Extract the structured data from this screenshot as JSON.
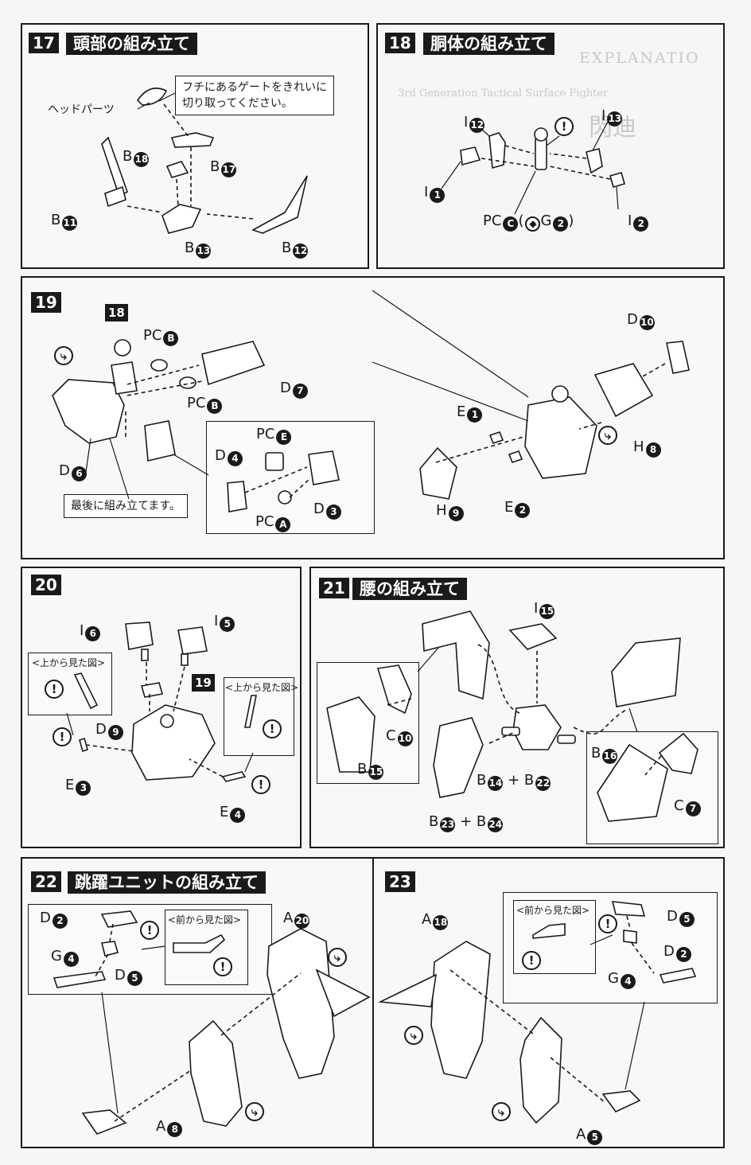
{
  "steps": {
    "s17": {
      "num": "17",
      "title": "頭部の組み立て",
      "note": "フチにあるゲートをきれいに\n切り取ってください。",
      "head_label": "ヘッドパーツ",
      "parts": [
        {
          "letter": "B",
          "num": "18"
        },
        {
          "letter": "B",
          "num": "17"
        },
        {
          "letter": "B",
          "num": "11"
        },
        {
          "letter": "B",
          "num": "13"
        },
        {
          "letter": "B",
          "num": "12"
        }
      ]
    },
    "s18": {
      "num": "18",
      "title": "胴体の組み立て",
      "parts": [
        {
          "letter": "I",
          "num": "12"
        },
        {
          "letter": "I",
          "num": "13"
        },
        {
          "letter": "I",
          "num": "1"
        },
        {
          "letter": "I",
          "num": "2"
        }
      ],
      "pc_label": "PC",
      "pc_letter": "C",
      "pc_paren_open": "(",
      "pc_alt_letter": "G",
      "pc_alt_num": "2",
      "pc_paren_close": ")"
    },
    "s19": {
      "num": "19",
      "ref_badge": "18",
      "note": "最後に組み立てます。",
      "parts": [
        {
          "letter": "PC",
          "num": "B"
        },
        {
          "letter": "PC",
          "num": "B"
        },
        {
          "letter": "D",
          "num": "7"
        },
        {
          "letter": "D",
          "num": "6"
        },
        {
          "letter": "PC",
          "num": "E"
        },
        {
          "letter": "D",
          "num": "4"
        },
        {
          "letter": "D",
          "num": "3"
        },
        {
          "letter": "PC",
          "num": "A"
        },
        {
          "letter": "D",
          "num": "10"
        },
        {
          "letter": "E",
          "num": "1"
        },
        {
          "letter": "H",
          "num": "8"
        },
        {
          "letter": "H",
          "num": "9"
        },
        {
          "letter": "E",
          "num": "2"
        }
      ]
    },
    "s20": {
      "num": "20",
      "ref_badge": "19",
      "view_top": "<上から見た図>",
      "parts": [
        {
          "letter": "I",
          "num": "6"
        },
        {
          "letter": "I",
          "num": "5"
        },
        {
          "letter": "D",
          "num": "9"
        },
        {
          "letter": "E",
          "num": "3"
        },
        {
          "letter": "E",
          "num": "4"
        }
      ]
    },
    "s21": {
      "num": "21",
      "title": "腰の組み立て",
      "plus": "+",
      "parts": [
        {
          "letter": "I",
          "num": "15"
        },
        {
          "letter": "C",
          "num": "10"
        },
        {
          "letter": "B",
          "num": "15"
        },
        {
          "letter": "B",
          "num": "14"
        },
        {
          "letter": "B",
          "num": "22"
        },
        {
          "letter": "B",
          "num": "23"
        },
        {
          "letter": "B",
          "num": "24"
        },
        {
          "letter": "B",
          "num": "16"
        },
        {
          "letter": "C",
          "num": "7"
        }
      ]
    },
    "s22": {
      "num": "22",
      "title": "跳躍ユニットの組み立て",
      "view_front": "<前から見た図>",
      "parts": [
        {
          "letter": "D",
          "num": "2"
        },
        {
          "letter": "G",
          "num": "4"
        },
        {
          "letter": "D",
          "num": "5"
        },
        {
          "letter": "A",
          "num": "20"
        },
        {
          "letter": "A",
          "num": "8"
        }
      ]
    },
    "s23": {
      "num": "23",
      "view_front": "<前から見た図>",
      "parts": [
        {
          "letter": "A",
          "num": "18"
        },
        {
          "letter": "D",
          "num": "5"
        },
        {
          "letter": "D",
          "num": "2"
        },
        {
          "letter": "G",
          "num": "4"
        },
        {
          "letter": "A",
          "num": "5"
        }
      ]
    }
  },
  "symbols": {
    "caution": "!"
  },
  "bleed_through": [
    "EXPLANATIO",
    "3rd Generation Tactical Surface Fighter",
    "閃迪"
  ]
}
